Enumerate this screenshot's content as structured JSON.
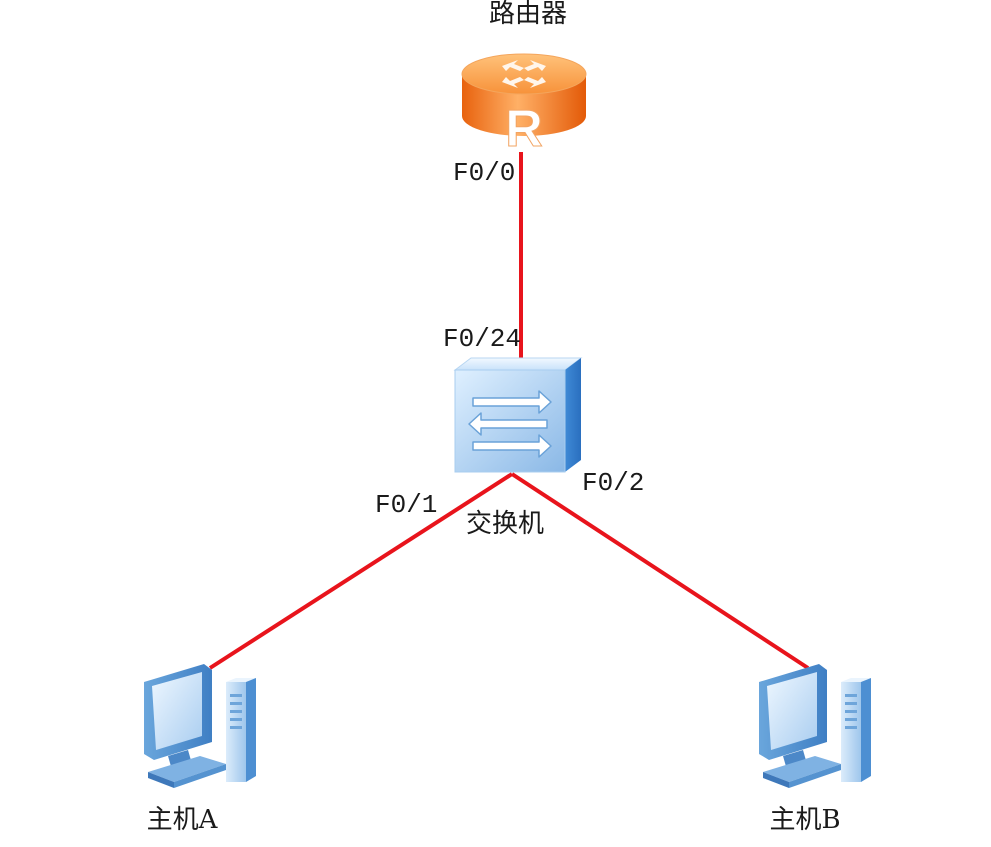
{
  "nodes": {
    "router": {
      "label": "路由器"
    },
    "switch": {
      "label": "交换机"
    },
    "host_a": {
      "label": "主机A"
    },
    "host_b": {
      "label": "主机B"
    }
  },
  "ports": {
    "router_f0_0": "F0/0",
    "switch_f0_24": "F0/24",
    "switch_f0_1": "F0/1",
    "switch_f0_2": "F0/2"
  },
  "links": [
    {
      "from": "router",
      "to": "switch",
      "from_port": "F0/0",
      "to_port": "F0/24"
    },
    {
      "from": "switch",
      "to": "host_a",
      "from_port": "F0/1"
    },
    {
      "from": "switch",
      "to": "host_b",
      "from_port": "F0/2"
    }
  ],
  "colors": {
    "link": "#e8141c",
    "router": "#f07a1e",
    "switch": "#9cc4ec",
    "host": "#8fbde8"
  },
  "icons": {
    "router": "router-icon",
    "switch": "switch-icon",
    "host": "desktop-computer-icon"
  }
}
